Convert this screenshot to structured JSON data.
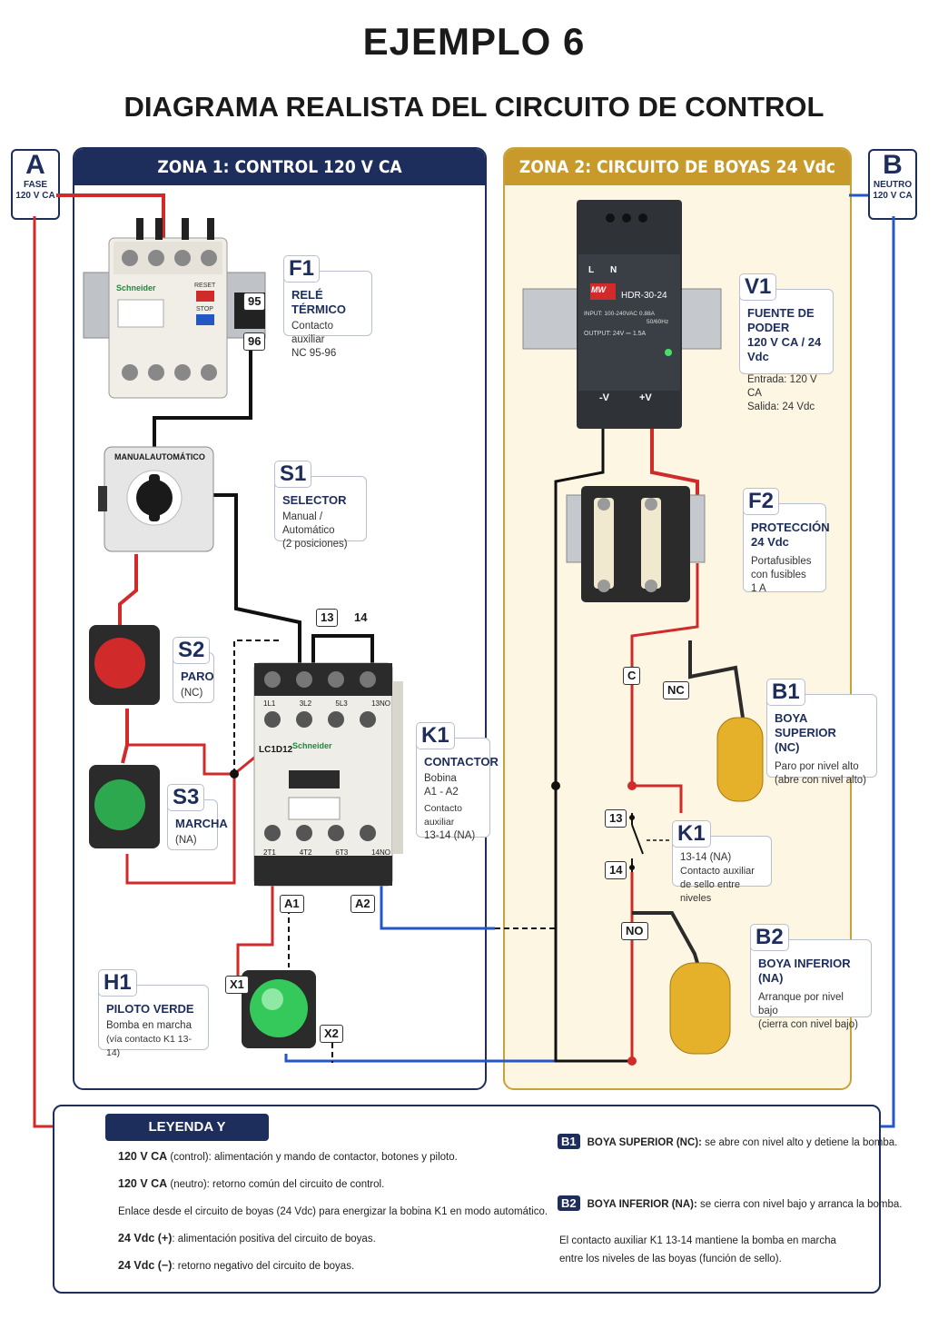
{
  "title": "EJEMPLO 6",
  "subtitle": "DIAGRAMA REALISTA DEL CIRCUITO DE CONTROL",
  "zone1": {
    "title": "ZONA 1: CONTROL 120 V CA"
  },
  "zone2": {
    "title": "ZONA 2: CIRCUITO DE BOYAS 24 Vdc"
  },
  "tag_a": {
    "letter": "A",
    "line1": "FASE",
    "line2": "120 V CA"
  },
  "tag_b": {
    "letter": "B",
    "line1": "NEUTRO",
    "line2": "120 V CA"
  },
  "f1": {
    "id": "F1",
    "title": "RELÉ TÉRMICO",
    "line1": "Contacto auxiliar",
    "line2": "NC 95-96",
    "t95": "95",
    "t96": "96",
    "brand": "Schneider",
    "reset": "RESET",
    "stop": "STOP"
  },
  "s1": {
    "id": "S1",
    "title": "SELECTOR",
    "line1": "Manual / Automático",
    "line2": "(2 posiciones)",
    "manual": "MANUAL",
    "auto": "AUTOMÁTICO"
  },
  "s2": {
    "id": "S2",
    "title": "PARO",
    "line1": "(NC)"
  },
  "s3": {
    "id": "S3",
    "title": "MARCHA",
    "line1": "(NA)"
  },
  "k1": {
    "id": "K1",
    "title": "CONTACTOR",
    "line1": "Bobina",
    "line2": "A1 - A2",
    "line3": "Contacto auxiliar",
    "line4": "13-14 (NA)",
    "model": "LC1D12",
    "brand": "Schneider",
    "top_terms": [
      "1L1",
      "3L2",
      "5L3",
      "13NO"
    ],
    "bot_terms": [
      "2T1",
      "4T2",
      "6T3",
      "14NO"
    ],
    "t13": "13",
    "t14": "14",
    "a1": "A1",
    "a2": "A2"
  },
  "h1": {
    "id": "H1",
    "title": "PILOTO VERDE",
    "line1": "Bomba en marcha",
    "line2": "(vía contacto K1 13-14)",
    "x1": "X1",
    "x2": "X2"
  },
  "v1": {
    "id": "V1",
    "title": "FUENTE DE PODER",
    "line0": "120 V CA / 24 Vdc",
    "line1": "Entrada: 120 V CA",
    "line2": "Salida: 24 Vdc",
    "model": "HDR-30-24",
    "input": "INPUT: 100-240VAC  0.88A",
    "hz": "50/60Hz",
    "output": "OUTPUT: 24V ⎓ 1.5A",
    "l": "L",
    "n": "N",
    "neg": "-V",
    "pos": "+V",
    "logo": "MW"
  },
  "f2": {
    "id": "F2",
    "title": "PROTECCIÓN",
    "line0": "24 Vdc",
    "line1": "Portafusibles",
    "line2": "con fusibles",
    "line3": "1 A"
  },
  "b1": {
    "id": "B1",
    "title": "BOYA SUPERIOR",
    "line0": "(NC)",
    "line1": "Paro por nivel alto",
    "line2": "(abre con nivel alto)"
  },
  "k1aux": {
    "id": "K1",
    "line0": "13-14 (NA)",
    "line1": "Contacto auxiliar",
    "line2": "de sello entre niveles",
    "t13": "13",
    "t14": "14"
  },
  "b2": {
    "id": "B2",
    "title": "BOYA INFERIOR",
    "line0": "(NA)",
    "line1": "Arranque por nivel bajo",
    "line2": "(cierra con nivel bajo)"
  },
  "z2labels": {
    "c": "C",
    "nc": "NC",
    "no": "NO"
  },
  "legend": {
    "title": "LEYENDA Y EXPLICACIÓN",
    "rows": [
      {
        "bold": "120 V CA",
        "text": " (control): alimentación y mando de contactor, botones y piloto.",
        "color": "#d12a2a",
        "dash": false
      },
      {
        "bold": "120 V CA",
        "text": " (neutro): retorno común del circuito de control.",
        "color": "#2456c4",
        "dash": false
      },
      {
        "bold": "",
        "text": "Enlace desde el circuito de boyas (24 Vdc) para energizar la bobina K1 en modo automático.",
        "color": "#111111",
        "dash": true
      },
      {
        "bold": "24 Vdc (+)",
        "text": ": alimentación positiva del circuito de boyas.",
        "color": "#d12a2a",
        "dash": false
      },
      {
        "bold": "24 Vdc (−)",
        "text": ": retorno negativo del circuito de boyas.",
        "color": "#111111",
        "dash": false
      }
    ],
    "b1": {
      "id": "B1",
      "bold": "BOYA SUPERIOR (NC):",
      "text": " se abre con nivel alto y detiene la bomba."
    },
    "b2": {
      "id": "B2",
      "bold": "BOYA INFERIOR (NA):",
      "text": " se cierra con nivel bajo y arranca la bomba."
    },
    "note1": "El contacto auxiliar K1 13-14 mantiene la bomba en marcha",
    "note2": "entre los niveles de las boyas (función de sello)."
  },
  "colors": {
    "navy": "#1d2d5c",
    "gold": "#c79a2b",
    "red": "#d12a2a",
    "blue": "#2456c4",
    "black": "#111111"
  }
}
